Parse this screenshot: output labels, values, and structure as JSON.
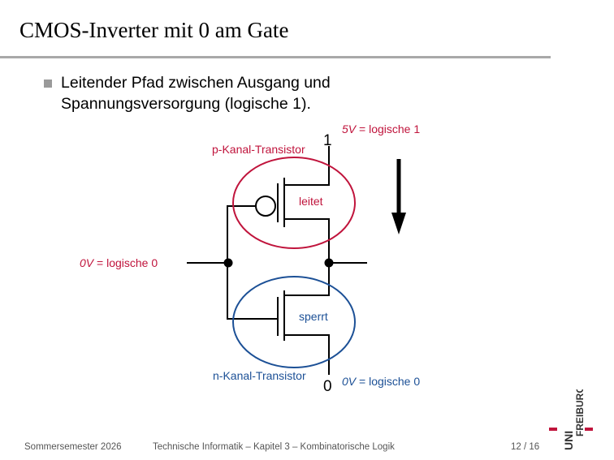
{
  "slide": {
    "title": "CMOS-Inverter mit 0 am Gate",
    "bullet_lines": [
      "Leitender Pfad zwischen Ausgang und",
      "Spannungsversorgung (logische 1)."
    ]
  },
  "diagram": {
    "vdd_value": "1",
    "vdd_label_italic": "5V",
    "vdd_label_rest": " = logische 1",
    "input_label_italic": "0V",
    "input_label_rest": " = logische 0",
    "p_transistor_label": "p-Kanal-Transistor",
    "p_state": "leitet",
    "n_transistor_label": "n-Kanal-Transistor",
    "n_state": "sperrt",
    "gnd_value": "0",
    "gnd_label_italic": "0V",
    "gnd_label_rest": " = logische 0"
  },
  "colors": {
    "red": "#c0143c",
    "blue": "#1c5096",
    "rule_gray": "#a8a8a8",
    "footer_gray": "#555555"
  },
  "footer": {
    "semester": "Sommersemester 2026",
    "course": "Technische Informatik – Kapitel 3 – Kombinatorische Logik",
    "page": "12 / 16"
  },
  "logo": {
    "line1": "UNI",
    "line2": "FREIBURG"
  }
}
